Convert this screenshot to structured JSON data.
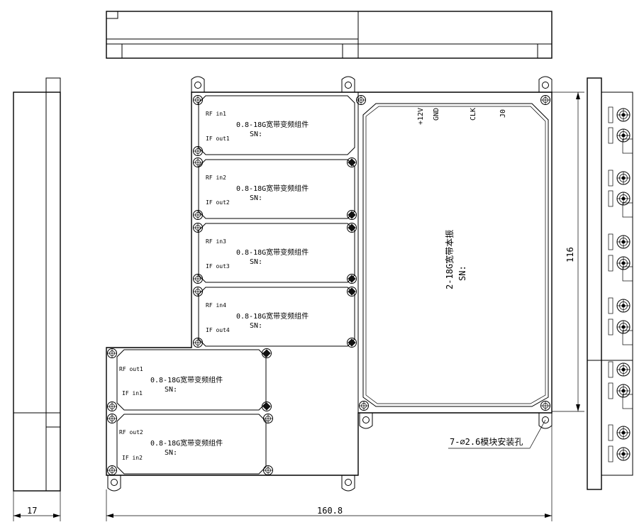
{
  "dimensions": {
    "width_label": "160.8",
    "height_label": "116",
    "side_thickness_label": "17",
    "mounting_holes_label": "7-⌀2.6模块安装孔"
  },
  "module_title": "0.8-18G宽带变频组件",
  "sn_label": "SN:",
  "upper_modules": [
    {
      "rf_label": "RF in1",
      "if_label": "IF out1"
    },
    {
      "rf_label": "RF in2",
      "if_label": "IF out2"
    },
    {
      "rf_label": "RF in3",
      "if_label": "IF out3"
    },
    {
      "rf_label": "RF in4",
      "if_label": "IF out4"
    }
  ],
  "lower_modules": [
    {
      "rf_label": "RF out1",
      "if_label": "IF in1"
    },
    {
      "rf_label": "RF out2",
      "if_label": "IF in2"
    }
  ],
  "big_module": {
    "title": "2-18G宽带本振",
    "sn": "SN:",
    "pins": [
      "+12V",
      "GND",
      "CLK",
      "J0"
    ]
  }
}
